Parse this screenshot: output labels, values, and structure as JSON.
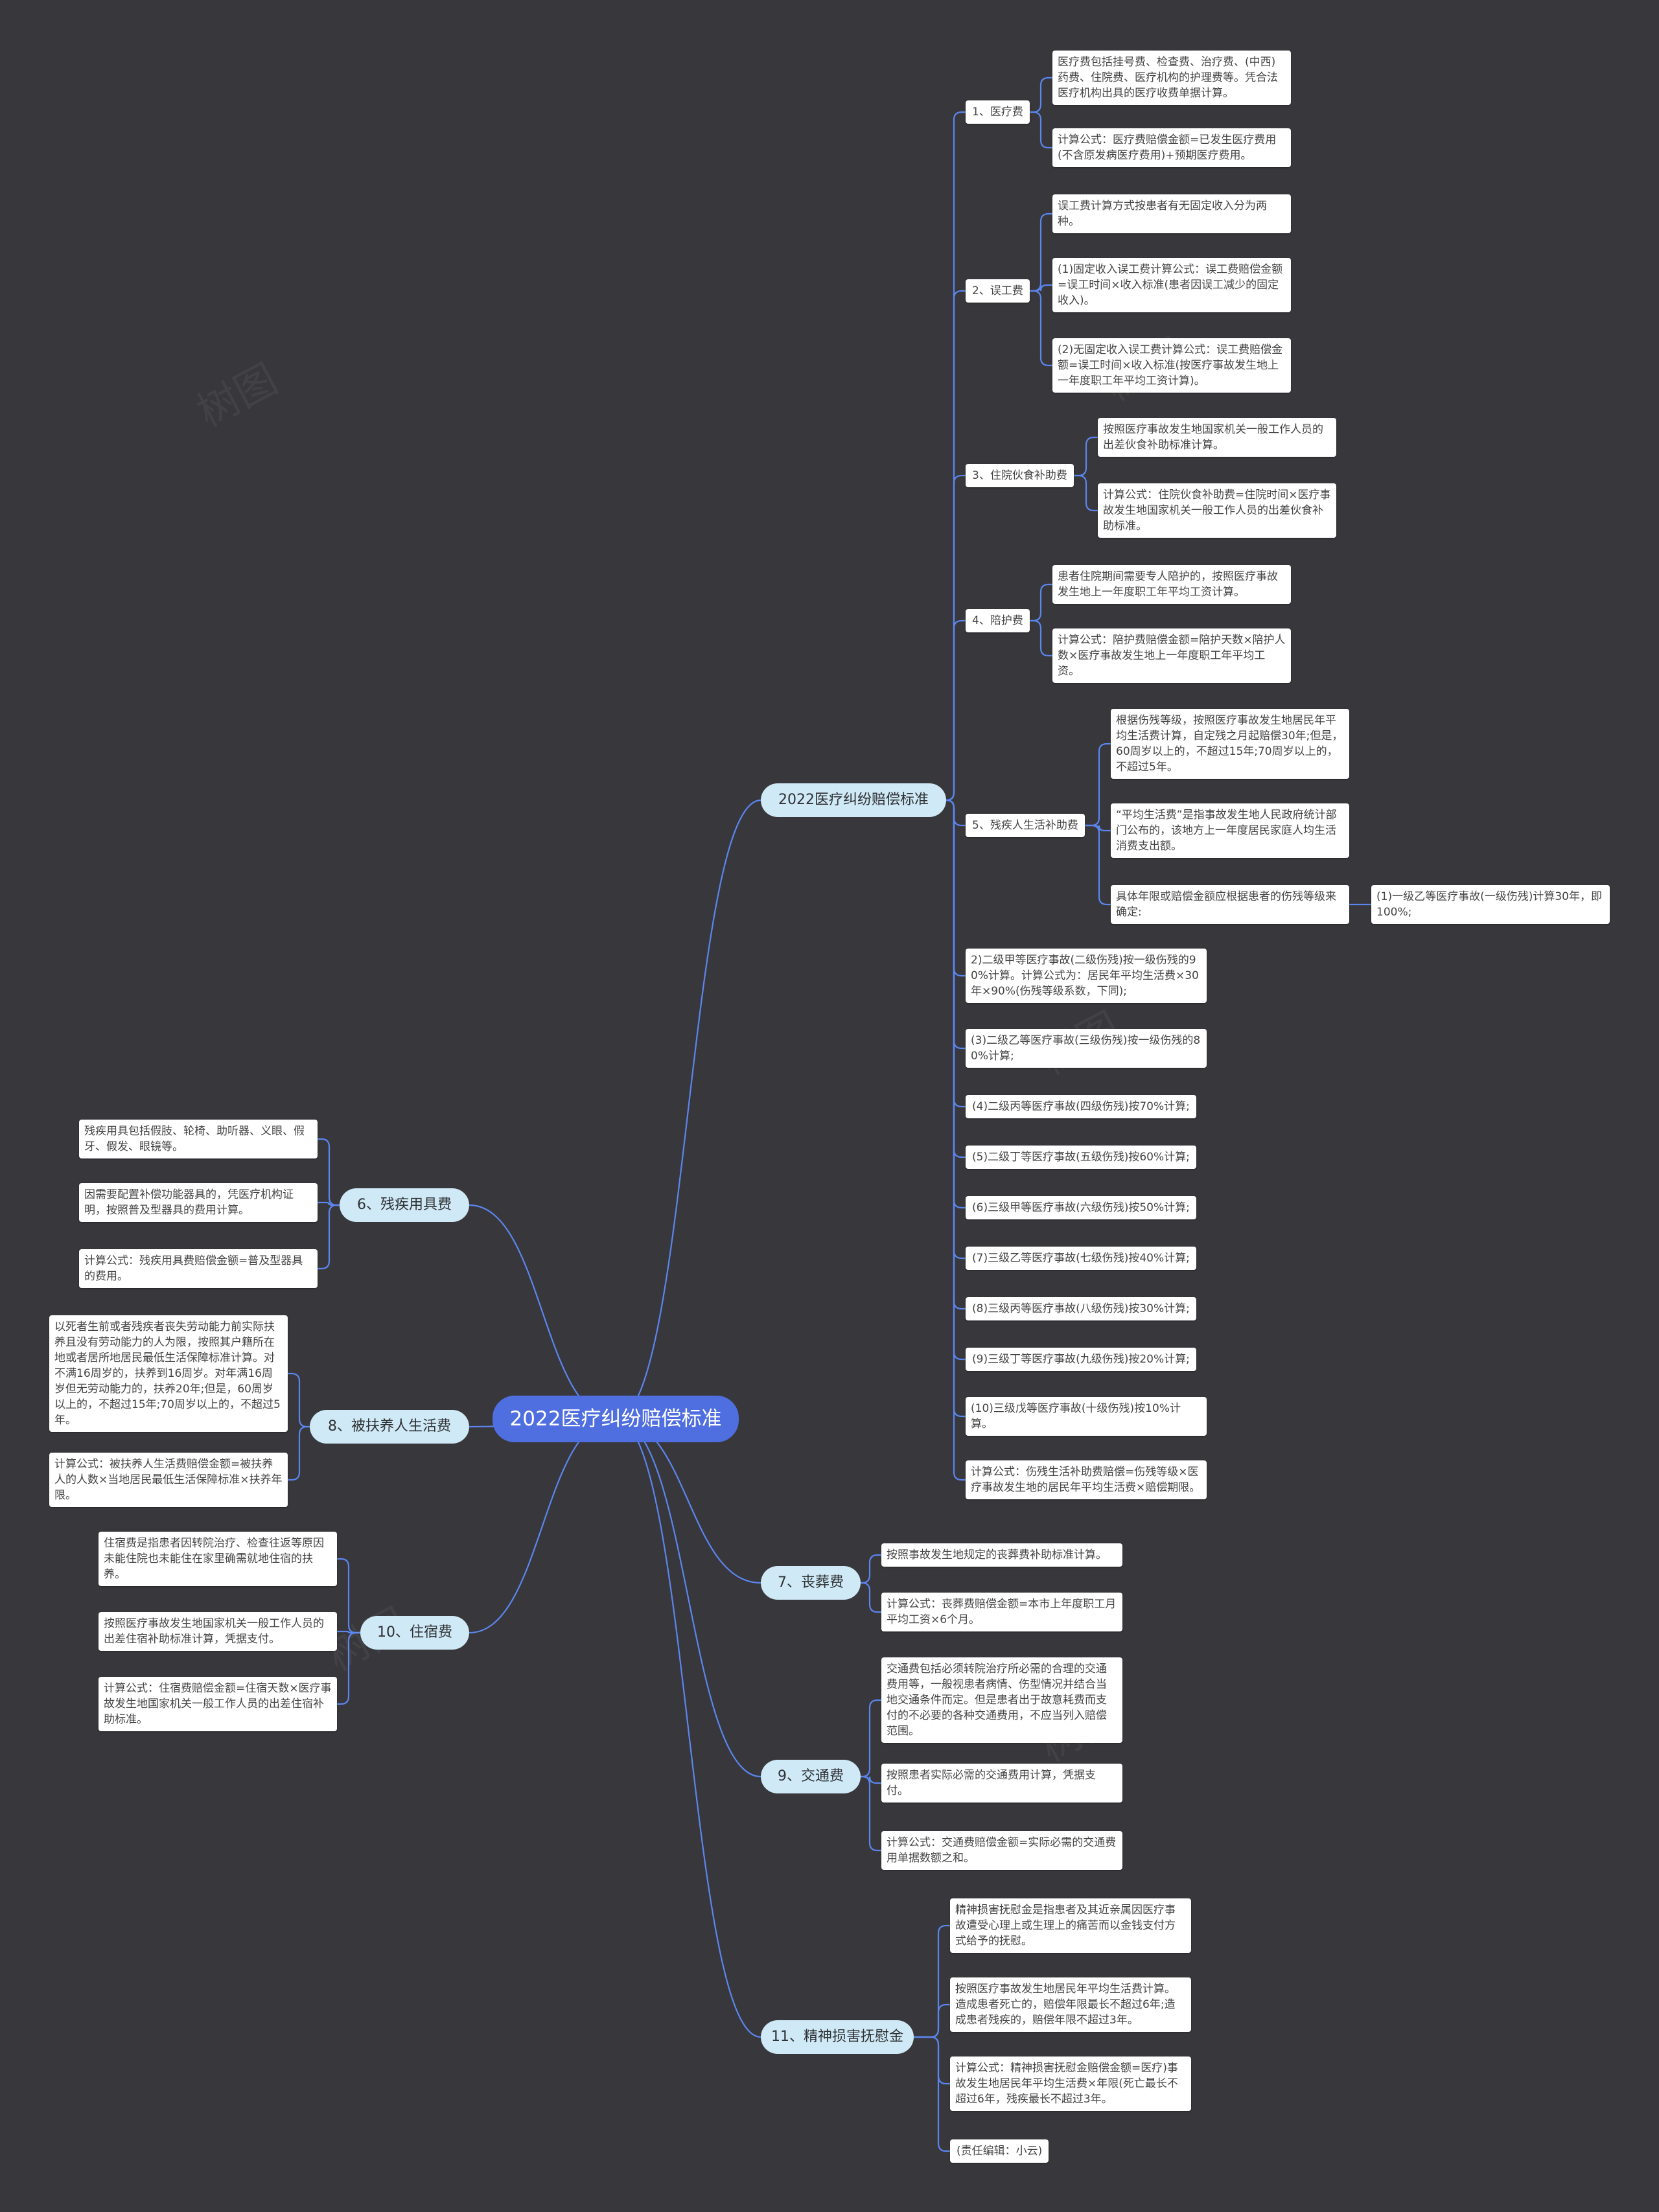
{
  "root": "2022医疗纠纷赔偿标准",
  "watermark": "树图",
  "branches": {
    "standard": {
      "label": "2022医疗纠纷赔偿标准",
      "sub": {
        "medical": {
          "label": "1、医疗费",
          "items": [
            "医疗费包括挂号费、检查费、治疗费、(中西)药费、住院费、医疗机构的护理费等。凭合法医疗机构出具的医疗收费单据计算。",
            "计算公式：医疗费赔偿金额=已发生医疗费用(不含原发病医疗费用)+预期医疗费用。"
          ]
        },
        "lostwork": {
          "label": "2、误工费",
          "items": [
            "误工费计算方式按患者有无固定收入分为两种。",
            "(1)固定收入误工费计算公式：误工费赔偿金额=误工时间×收入标准(患者因误工减少的固定收入)。",
            "(2)无固定收入误工费计算公式：误工费赔偿金额=误工时间×收入标准(按医疗事故发生地上一年度职工年平均工资计算)。"
          ]
        },
        "meal": {
          "label": "3、住院伙食补助费",
          "items": [
            "按照医疗事故发生地国家机关一般工作人员的出差伙食补助标准计算。",
            "计算公式：住院伙食补助费=住院时间×医疗事故发生地国家机关一般工作人员的出差伙食补助标准。"
          ]
        },
        "nursing": {
          "label": "4、陪护费",
          "items": [
            "患者住院期间需要专人陪护的，按照医疗事故发生地上一年度职工年平均工资计算。",
            "计算公式：陪护费赔偿金额=陪护天数×陪护人数×医疗事故发生地上一年度职工年平均工资。"
          ]
        },
        "disability": {
          "label": "5、残疾人生活补助费",
          "items": [
            "根据伤残等级，按照医疗事故发生地居民年平均生活费计算，自定残之月起赔偿30年;但是，60周岁以上的，不超过15年;70周岁以上的，不超过5年。",
            "“平均生活费”是指事故发生地人民政府统计部门公布的，该地方上一年度居民家庭人均生活消费支出额。",
            "具体年限或赔偿金额应根据患者的伤残等级来确定:"
          ],
          "grade1": "(1)一级乙等医疗事故(一级伤残)计算30年，即100%;"
        },
        "grades": [
          "2)二级甲等医疗事故(二级伤残)按一级伤残的90%计算。计算公式为：居民年平均生活费×30年×90%(伤残等级系数，下同);",
          "(3)二级乙等医疗事故(三级伤残)按一级伤残的80%计算;",
          "(4)二级丙等医疗事故(四级伤残)按70%计算;",
          "(5)二级丁等医疗事故(五级伤残)按60%计算;",
          "(6)三级甲等医疗事故(六级伤残)按50%计算;",
          "(7)三级乙等医疗事故(七级伤残)按40%计算;",
          "(8)三级丙等医疗事故(八级伤残)按30%计算;",
          "(9)三级丁等医疗事故(九级伤残)按20%计算;",
          "(10)三级戊等医疗事故(十级伤残)按10%计算。",
          "计算公式：伤残生活补助费赔偿=伤残等级×医疗事故发生地的居民年平均生活费×赔偿期限。"
        ]
      }
    },
    "aids": {
      "label": "6、残疾用具费",
      "items": [
        "残疾用具包括假肢、轮椅、助听器、义眼、假牙、假发、眼镜等。",
        "因需要配置补偿功能器具的，凭医疗机构证明，按照普及型器具的费用计算。",
        "计算公式：残疾用具费赔偿金额=普及型器具的费用。"
      ]
    },
    "dependents": {
      "label": "8、被扶养人生活费",
      "items": [
        "以死者生前或者残疾者丧失劳动能力前实际扶养且没有劳动能力的人为限，按照其户籍所在地或者居所地居民最低生活保障标准计算。对不满16周岁的，扶养到16周岁。对年满16周岁但无劳动能力的，扶养20年;但是，60周岁以上的，不超过15年;70周岁以上的，不超过5年。",
        "计算公式：被扶养人生活费赔偿金额=被扶养人的人数×当地居民最低生活保障标准×扶养年限。"
      ]
    },
    "lodging": {
      "label": "10、住宿费",
      "items": [
        "住宿费是指患者因转院治疗、检查往返等原因未能住院也未能住在家里确需就地住宿的扶养。",
        "按照医疗事故发生地国家机关一般工作人员的出差住宿补助标准计算，凭据支付。",
        "计算公式：住宿费赔偿金额=住宿天数×医疗事故发生地国家机关一般工作人员的出差住宿补助标准。"
      ]
    },
    "funeral": {
      "label": "7、丧葬费",
      "items": [
        "按照事故发生地规定的丧葬费补助标准计算。",
        "计算公式：丧葬费赔偿金额=本市上年度职工月平均工资×6个月。"
      ]
    },
    "transport": {
      "label": "9、交通费",
      "items": [
        "交通费包括必须转院治疗所必需的合理的交通费用等，一般视患者病情、伤型情况并结合当地交通条件而定。但是患者出于故意耗费而支付的不必要的各种交通费用，不应当列入赔偿范围。",
        "按照患者实际必需的交通费用计算，凭据支付。",
        "计算公式：交通费赔偿金额=实际必需的交通费用单据数额之和。"
      ]
    },
    "mental": {
      "label": "11、精神损害抚慰金",
      "items": [
        "精神损害抚慰金是指患者及其近亲属因医疗事故遭受心理上或生理上的痛苦而以金钱支付方式给予的抚慰。",
        "按照医疗事故发生地居民年平均生活费计算。造成患者死亡的，赔偿年限最长不超过6年;造成患者残疾的，赔偿年限不超过3年。",
        "计算公式：精神损害抚慰金赔偿金额=医疗)事故发生地居民年平均生活费×年限(死亡最长不超过6年，残疾最长不超过3年。",
        "(责任编辑：小云)"
      ]
    }
  },
  "colors": {
    "background": "#38373b",
    "connector": "#5b86f0",
    "root": "#4f6ee0",
    "branch": "#cfe9f7",
    "leaf": "#ffffff"
  }
}
